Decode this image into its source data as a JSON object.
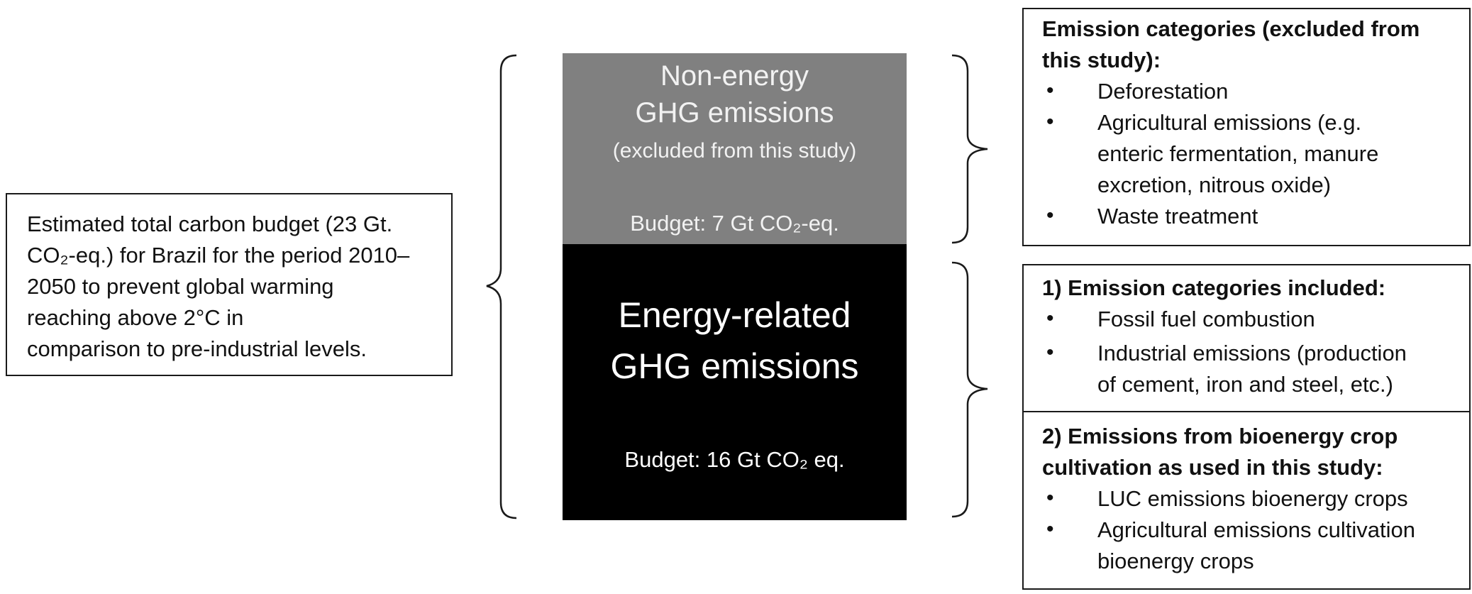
{
  "left_box": {
    "lines": [
      "Estimated total carbon budget (23 Gt.",
      "CO₂-eq.) for Brazil for the period 2010–",
      "2050 to prevent global warming",
      "reaching above 2°C in",
      "comparison to pre-industrial levels."
    ]
  },
  "non_energy": {
    "title1": "Non-energy",
    "title2": "GHG emissions",
    "subtitle": "(excluded from this study)",
    "budget": "Budget: 7 Gt CO₂-eq."
  },
  "energy": {
    "title1": "Energy-related",
    "title2": "GHG emissions",
    "budget": "Budget: 16 Gt CO₂ eq."
  },
  "excluded_box": {
    "heading1": "Emission categories (excluded from",
    "heading2": "this study):",
    "bullets": [
      "Deforestation",
      "Agricultural emissions  (e.g.",
      "enteric fermentation, manure",
      "excretion, nitrous oxide)",
      "Waste treatment"
    ]
  },
  "included_box": {
    "heading": "1)  Emission categories included:",
    "bullets": [
      "Fossil fuel combustion",
      "Industrial emissions (production",
      "of cement, iron and steel, etc.)"
    ]
  },
  "bioenergy_box": {
    "heading1": "2)  Emissions from bioenergy crop",
    "heading2": "cultivation as used in this study:",
    "bullets": [
      "LUC emissions  bioenergy crops",
      "Agricultural emissions  cultivation",
      "bioenergy crops"
    ]
  },
  "bullet_symbol": "•",
  "colors": {
    "gray_block": "#808080",
    "black_block": "#000000",
    "border": "#1a1a1a"
  }
}
